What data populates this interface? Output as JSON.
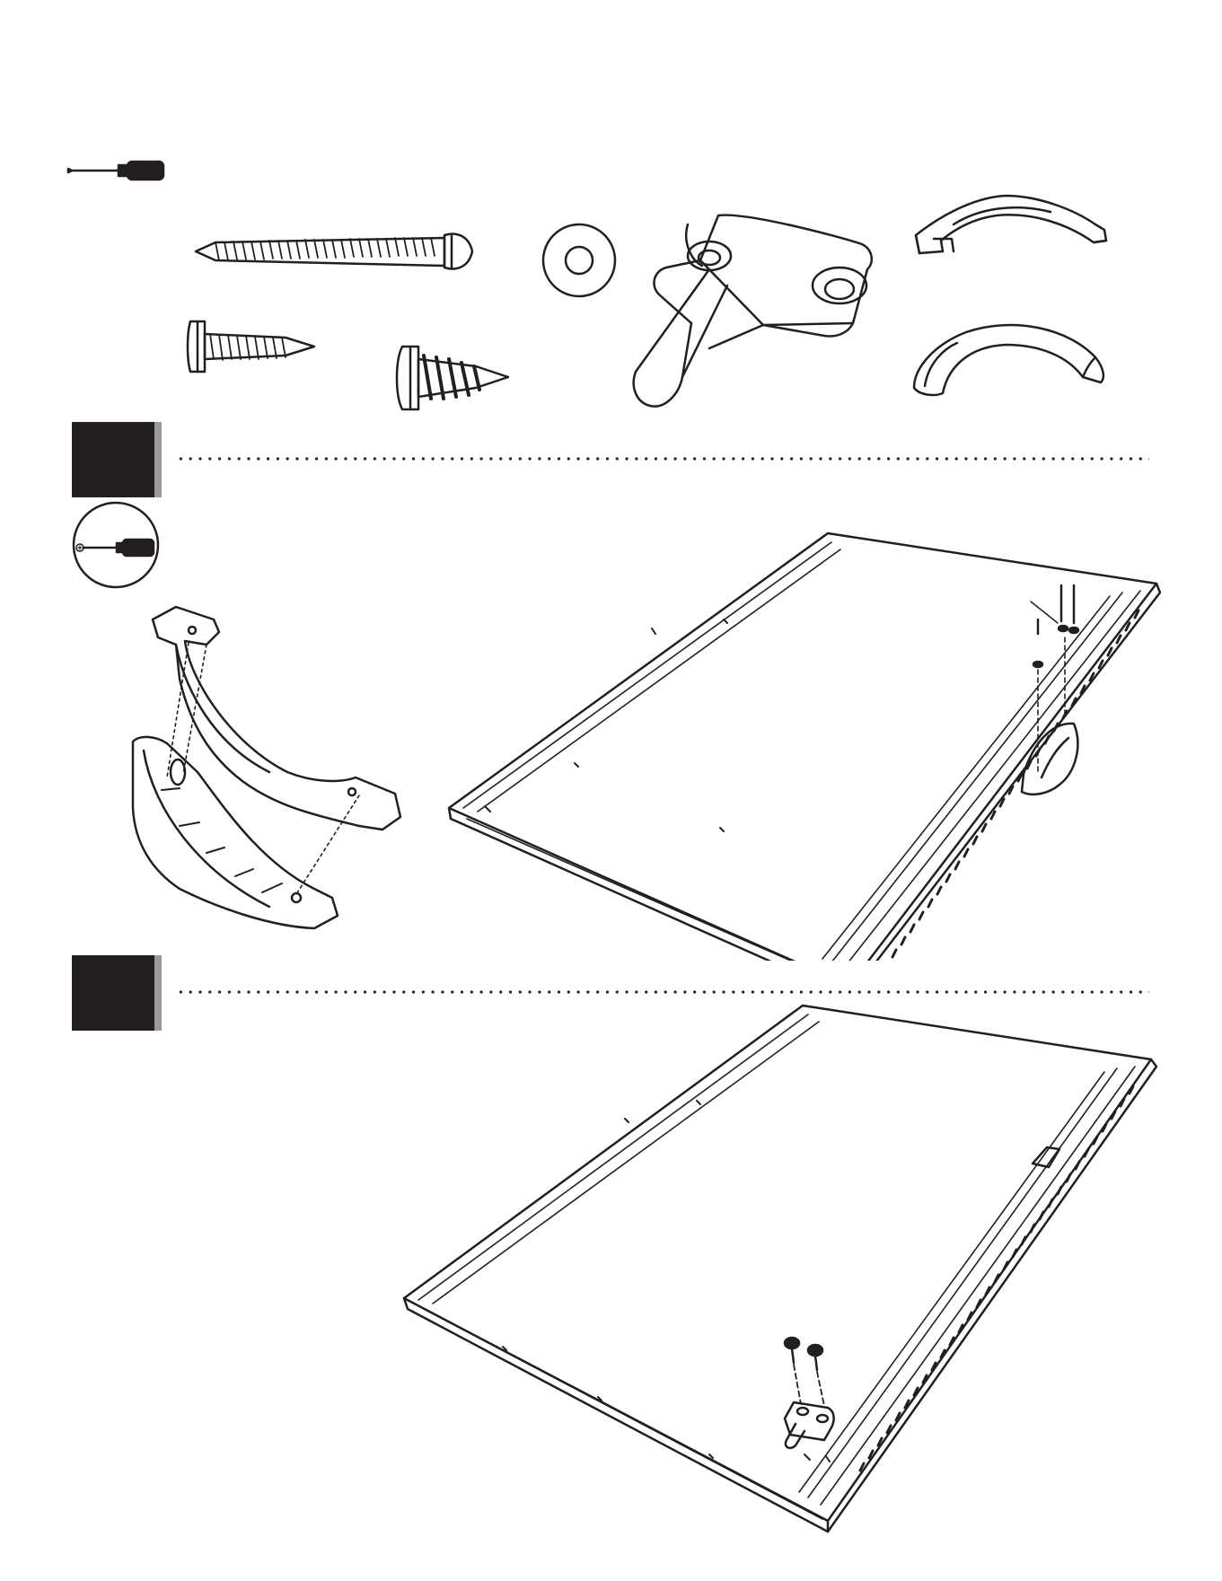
{
  "page": {
    "colors": {
      "ink": "#231f20",
      "shade": "#9a9a9a",
      "paper": "#ffffff"
    }
  },
  "tools": {
    "screwdriver_icon": "phillips-screwdriver-icon"
  },
  "hardware": [
    {
      "icon": "long-pan-head-screw-icon",
      "label": ""
    },
    {
      "icon": "washer-icon",
      "label": ""
    },
    {
      "icon": "short-pan-head-screw-icon",
      "label": ""
    },
    {
      "icon": "coarse-thread-screw-icon",
      "label": ""
    },
    {
      "icon": "door-stop-bracket-icon",
      "label": ""
    },
    {
      "icon": "handle-inner-part-icon",
      "label": ""
    },
    {
      "icon": "handle-outer-cover-icon",
      "label": ""
    }
  ],
  "steps": [
    {
      "number": "",
      "tool_icon": "screwdriver-circle-icon",
      "parts": [
        "door-handle-assembly",
        "door-panel"
      ]
    },
    {
      "number": "",
      "parts": [
        "door-panel",
        "door-stop-bracket"
      ]
    }
  ]
}
